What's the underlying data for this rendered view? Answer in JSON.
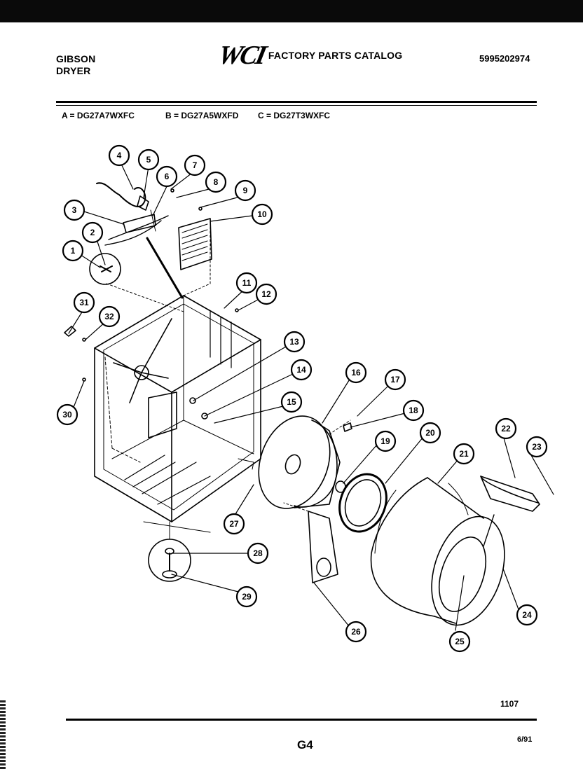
{
  "header": {
    "brand_line1": "GIBSON",
    "brand_line2": "DRYER",
    "logo_text": "WCI",
    "catalog_title": "FACTORY PARTS CATALOG",
    "catalog_number": "5995202974"
  },
  "models": {
    "a": "A = DG27A7WXFC",
    "b": "B = DG27A5WXFD",
    "c": "C = DG27T3WXFC"
  },
  "callouts": [
    "1",
    "2",
    "3",
    "4",
    "5",
    "6",
    "7",
    "8",
    "9",
    "10",
    "11",
    "12",
    "13",
    "14",
    "15",
    "16",
    "17",
    "18",
    "19",
    "20",
    "21",
    "22",
    "23",
    "24",
    "25",
    "26",
    "27",
    "28",
    "29",
    "30",
    "31",
    "32"
  ],
  "footer": {
    "page_ref": "1107",
    "page_code": "G4",
    "date": "6/91"
  },
  "colors": {
    "ink": "#000000",
    "paper": "#ffffff"
  }
}
